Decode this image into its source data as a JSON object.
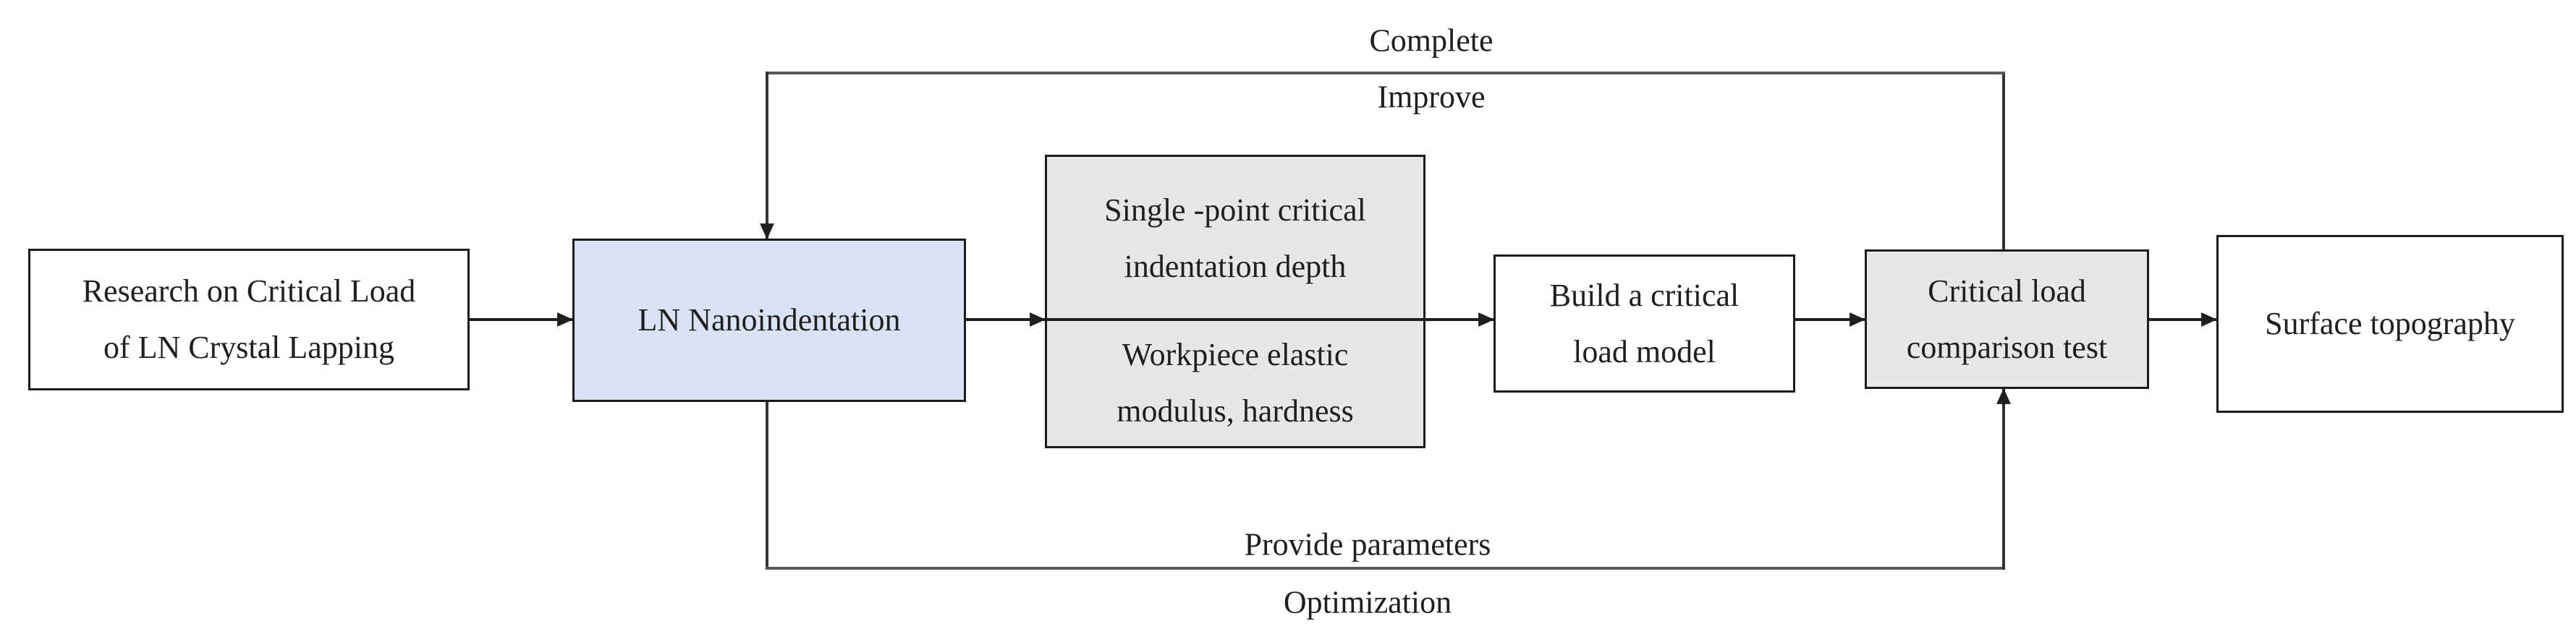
{
  "flowchart": {
    "nodes": {
      "research": {
        "lines": [
          "Research on Critical Load",
          "of LN Crystal Lapping"
        ]
      },
      "nanoindentation": {
        "lines": [
          "LN Nanoindentation"
        ]
      },
      "indentation_parameters": {
        "top_lines": [
          "Single -point critical",
          "indentation depth"
        ],
        "bottom_lines": [
          "Workpiece elastic",
          "modulus, hardness"
        ]
      },
      "build_model": {
        "lines": [
          "Build a critical",
          "load model"
        ]
      },
      "comparison_test": {
        "lines": [
          "Critical load",
          "comparison test"
        ]
      },
      "surface_topography": {
        "lines": [
          "Surface topography"
        ]
      }
    },
    "connector_labels": {
      "complete": "Complete",
      "improve": "Improve",
      "provide_parameters": "Provide parameters",
      "optimization": "Optimization"
    },
    "colors": {
      "highlight_blue": "#dae3f3",
      "panel_gray": "#e8e7e7",
      "box_white": "#ffffff",
      "border_black": "#1c1c1c",
      "arrow_black": "#1f1f1f",
      "connector_gray": "#5a5a5a"
    }
  }
}
